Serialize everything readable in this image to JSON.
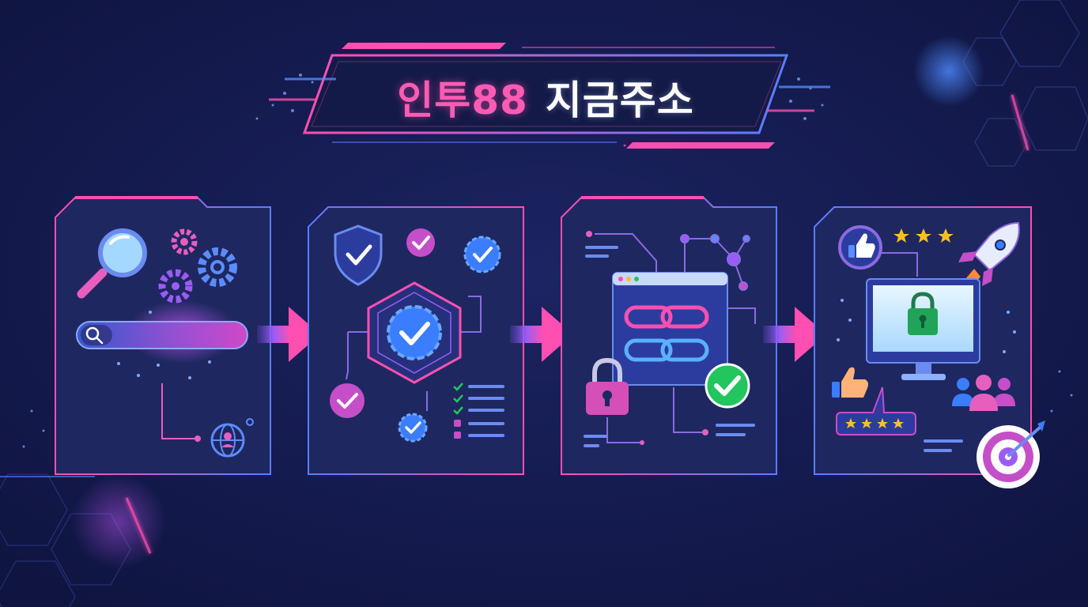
{
  "title": {
    "accent": "인투88",
    "main": "지금주소"
  },
  "colors": {
    "background": "#141a47",
    "panel": "#1f2760",
    "pink": "#ff4fb0",
    "purple": "#9b5cf6",
    "blue": "#4f8cff",
    "green": "#22c55e",
    "gold": "#fbbf24"
  },
  "steps": [
    {
      "id": "search",
      "icons": [
        "magnifier-icon",
        "gear-icon",
        "search-icon",
        "globe-icon"
      ]
    },
    {
      "id": "verify",
      "icons": [
        "shield-check-icon",
        "verified-badge-icon",
        "check-circle-icon",
        "checklist-icon"
      ]
    },
    {
      "id": "link",
      "icons": [
        "browser-window-icon",
        "chain-link-icon",
        "padlock-icon",
        "check-circle-icon",
        "network-nodes-icon"
      ]
    },
    {
      "id": "trust",
      "icons": [
        "thumbs-up-icon",
        "star-rating-icon",
        "rocket-icon",
        "monitor-lock-icon",
        "users-icon",
        "target-icon"
      ]
    }
  ]
}
